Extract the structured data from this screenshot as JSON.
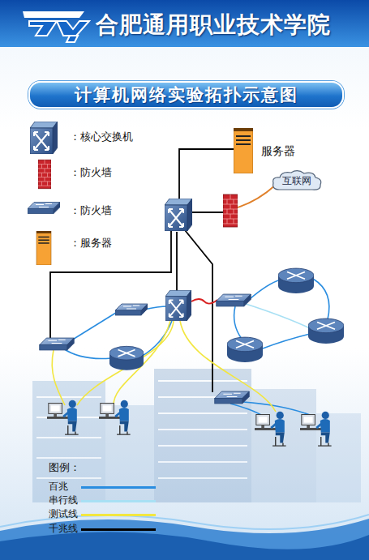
{
  "diagram": {
    "title": "计算机网络实验拓扑示意图",
    "nodes": [
      {
        "text": [
          "服务器"
        ]
      },
      {
        "text": [
          "互联网"
        ]
      }
    ],
    "labels": [
      "合肥通用职业技术学院",
      "图例："
    ],
    "legend": [
      {
        "text": "：核心交换机"
      },
      {
        "text": "：防火墙"
      },
      {
        "text": "：防火墙"
      },
      {
        "text": "：服务器"
      },
      {
        "text": "百兆",
        "color": "#2a8de0"
      },
      {
        "text": "串行线",
        "color": "#a8e0f4"
      },
      {
        "text": "测试线",
        "color": "#f2e640"
      },
      {
        "text": "千兆线",
        "color": "#000000"
      }
    ]
  }
}
